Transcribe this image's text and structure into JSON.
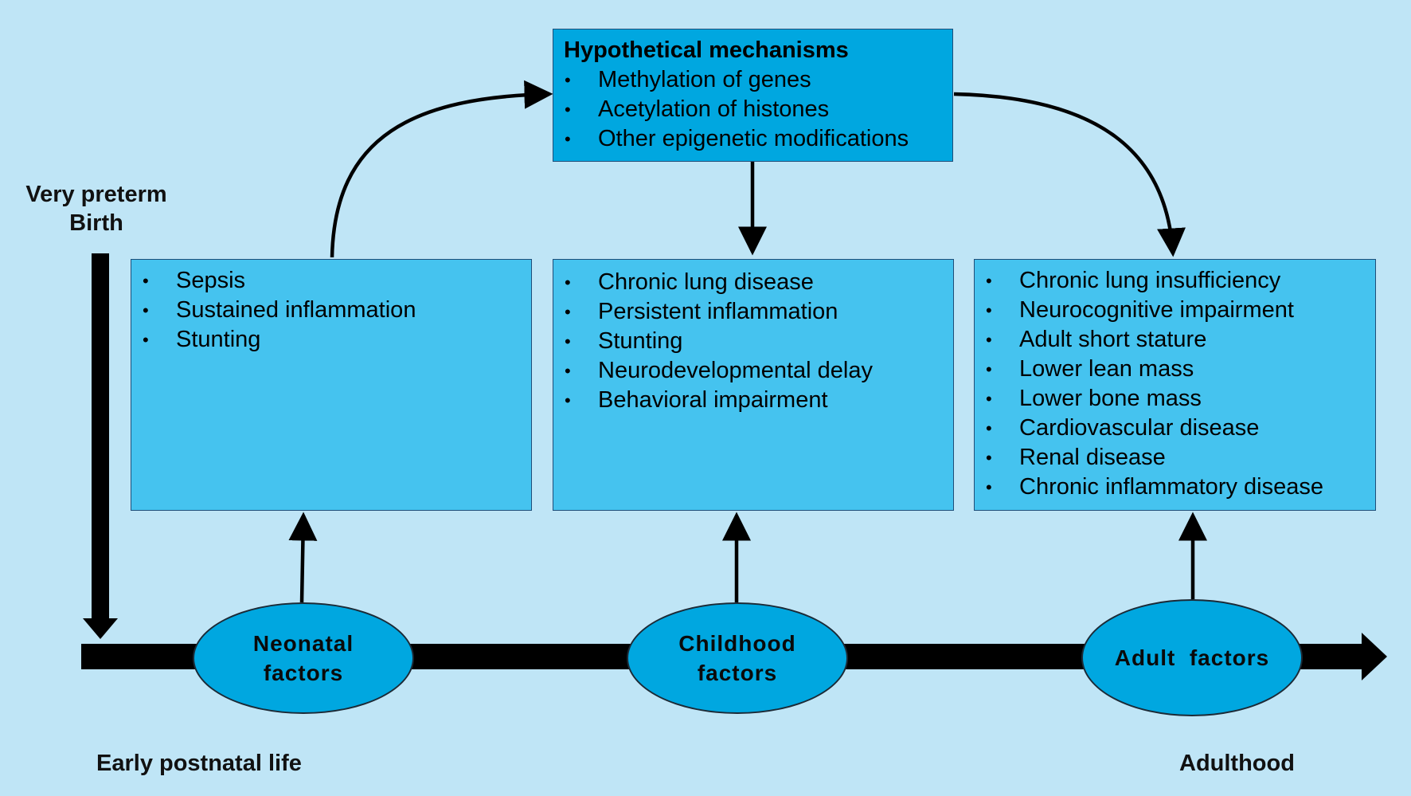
{
  "colors": {
    "background": "#bfe5f6",
    "box_fill": "#45c3ef",
    "top_box_fill": "#00a7e0",
    "ellipse_fill": "#00a7e0",
    "timeline": "#000000"
  },
  "side_label": {
    "line1": "Very preterm",
    "line2": "Birth"
  },
  "mechanisms": {
    "title": "Hypothetical mechanisms",
    "items": [
      "Methylation of genes",
      "Acetylation of histones",
      "Other epigenetic modifications"
    ]
  },
  "neonatal_outcomes": [
    "Sepsis",
    "Sustained inflammation",
    "Stunting"
  ],
  "childhood_outcomes": [
    "Chronic lung disease",
    "Persistent inflammation",
    "Stunting",
    "Neurodevelopmental delay",
    "Behavioral impairment"
  ],
  "adult_outcomes": [
    "Chronic lung insufficiency",
    "Neurocognitive impairment",
    "Adult short stature",
    "Lower lean mass",
    "Lower bone mass",
    "Cardiovascular disease",
    "Renal disease",
    "Chronic inflammatory disease"
  ],
  "factors": {
    "neonatal": {
      "line1": "Neonatal",
      "line2": "factors"
    },
    "childhood": {
      "line1": "Childhood",
      "line2": "factors"
    },
    "adult": {
      "line1": "Adult  factors"
    }
  },
  "timeline_labels": {
    "start": "Early postnatal life",
    "end": "Adulthood"
  }
}
